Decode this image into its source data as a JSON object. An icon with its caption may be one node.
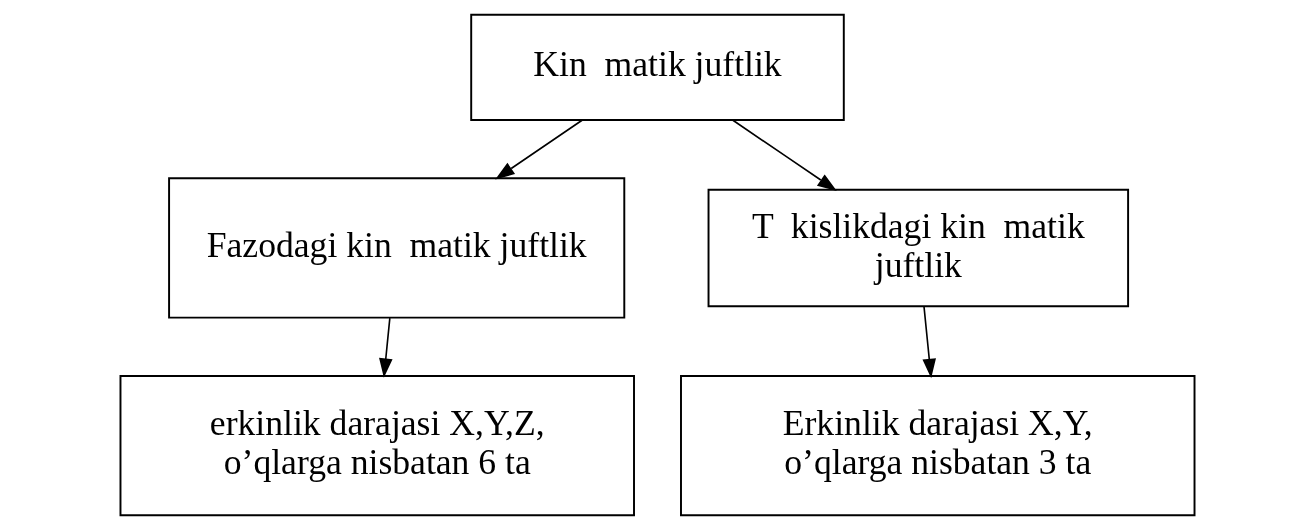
{
  "diagram": {
    "nodes": [
      {
        "text": [
          "Kin  matik juftlik"
        ]
      },
      {
        "text": [
          "Fazodagi kin  matik juftlik"
        ]
      },
      {
        "text": [
          "T  kislikdagi kin  matik juftlik"
        ]
      },
      {
        "text": [
          "erkinlik darajasi X,Y,Z, o’qlarga nisbatan 6 ta"
        ]
      },
      {
        "text": [
          "Erkinlik darajasi X,Y, o’qlarga nisbatan 3 ta"
        ]
      }
    ],
    "edges": [
      {
        "from": 0,
        "to": 1,
        "arrow": "to"
      },
      {
        "from": 0,
        "to": 2,
        "arrow": "to"
      },
      {
        "from": 1,
        "to": 3,
        "arrow": "to"
      },
      {
        "from": 2,
        "to": 4,
        "arrow": "to"
      }
    ]
  }
}
